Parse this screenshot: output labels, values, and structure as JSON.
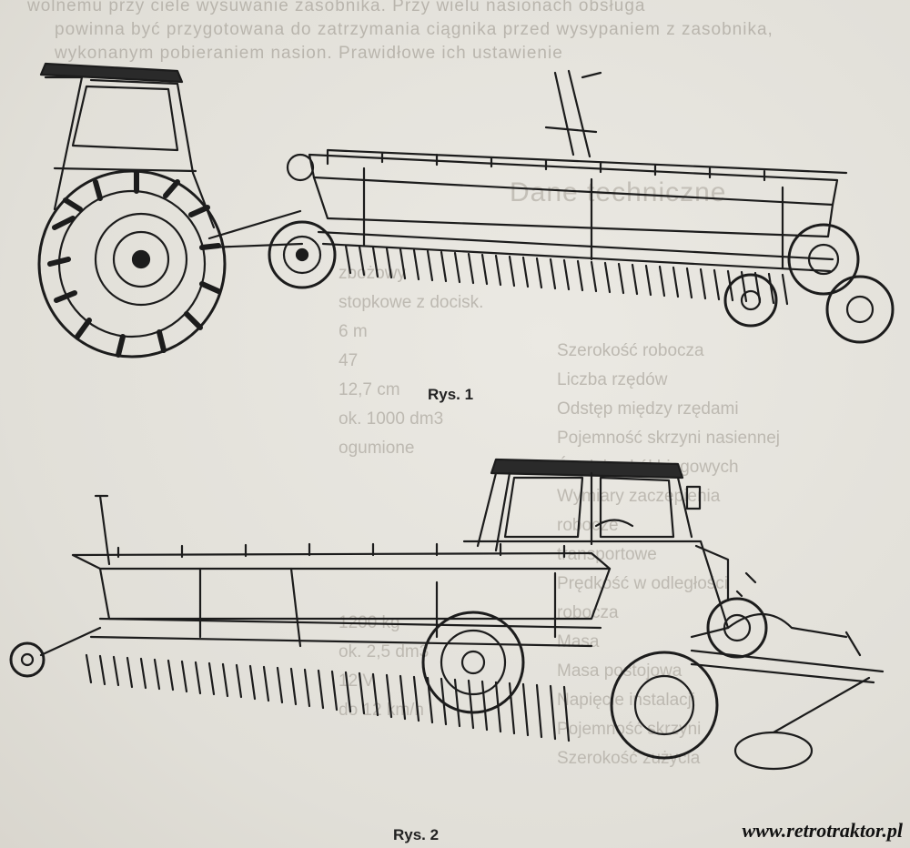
{
  "header_text": [
    "wolnemu przy ciele wysuwanie zasobnika. Przy wielu nasionach obsługa",
    "powinna być przygotowana do zatrzymania ciągnika przed wysypaniem z zasobnika,",
    "wykonanym pobieraniem nasion. Prawidłowe ich ustawienie"
  ],
  "bleed_right": [
    "Dane techniczne"
  ],
  "bleed_spec_left": [
    "Szerokość robocza",
    "Liczba rzędów",
    "Odstęp między rzędami",
    "Pojemność skrzyni nasiennej",
    "Średnica kół biegowych",
    "Wymiary zaczepienia",
    "robocze",
    "transportowe",
    "Prędkość w odległości",
    "robocza",
    "Masa",
    "Masa postojowa",
    "Napięcie instalacji",
    "Pojemność skrzyni",
    "Szerokość zużycia"
  ],
  "bleed_spec_right": [
    "zbożowy",
    "stopkowe z docisk.",
    "6 m",
    "47",
    "12,7 cm",
    "ok. 1000 dm3",
    "ogumione",
    "",
    "",
    "",
    "",
    "",
    "1200 kg",
    "ok. 2,5 dm3",
    "12 V",
    "do 12 km/h"
  ],
  "figures": [
    {
      "caption": "Rys. 1"
    },
    {
      "caption": "Rys. 2"
    }
  ],
  "watermark": "www.retrotraktor.pl"
}
